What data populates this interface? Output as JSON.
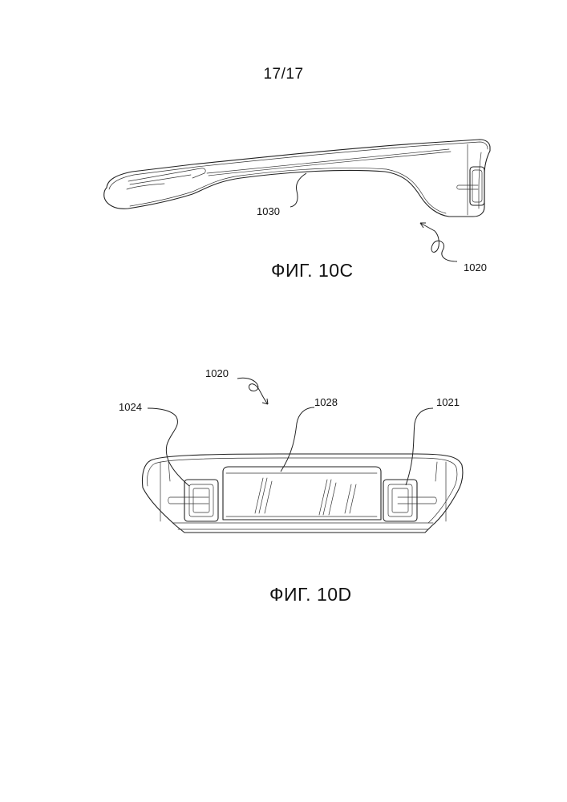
{
  "page": {
    "number": "17/17"
  },
  "figures": [
    {
      "caption": "ФИГ. 10C",
      "labels": {
        "arm": "1030",
        "device": "1020"
      }
    },
    {
      "caption": "ФИГ. 10D",
      "labels": {
        "device": "1020",
        "left_button": "1024",
        "window": "1028",
        "right_button": "1021"
      }
    }
  ]
}
